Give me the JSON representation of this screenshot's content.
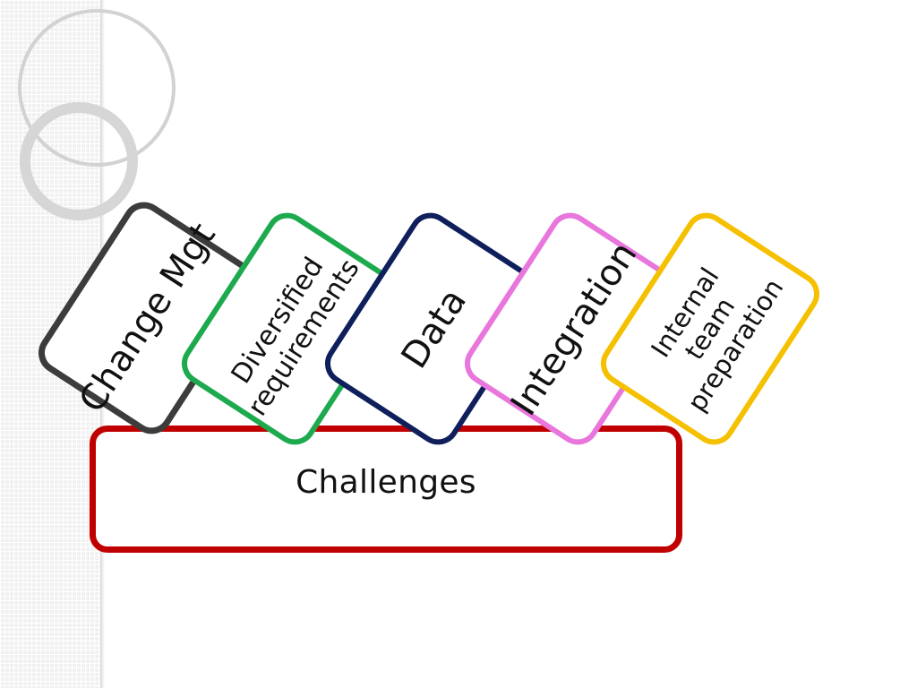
{
  "diagram": {
    "base": {
      "label": "Challenges",
      "border_color": "#c00000"
    },
    "cards": [
      {
        "label": "Change Mgt",
        "border_color": "#3c3c3c"
      },
      {
        "label": "Diversified requirements",
        "border_color": "#1daa4e"
      },
      {
        "label": "Data",
        "border_color": "#0f1f5c"
      },
      {
        "label": "Integration",
        "border_color": "#e876dc"
      },
      {
        "label": "Internal team preparation",
        "border_color": "#f5c000"
      }
    ]
  },
  "colors": {
    "background": "#ffffff",
    "side_pattern": "#f1f1f1",
    "ring": "#d0d0d0"
  },
  "icons": [
    "decorative-ring"
  ]
}
